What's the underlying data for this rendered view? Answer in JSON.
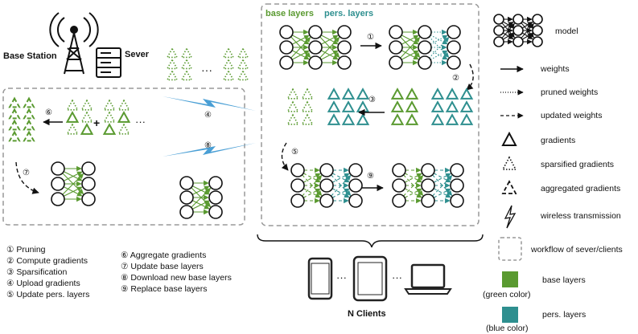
{
  "server": {
    "base_station_label": "Base Station",
    "server_label": "Sever"
  },
  "client_box": {
    "base_layers_label": "base layers",
    "pers_layers_label": "pers. layers"
  },
  "steps": {
    "s1": "①",
    "s2": "②",
    "s3": "③",
    "s4": "④",
    "s5": "⑤",
    "s6": "⑥",
    "s7": "⑦",
    "s8": "⑧",
    "s9": "⑨"
  },
  "step_list": [
    "① Pruning",
    "② Compute gradients",
    "③ Sparsification",
    "④ Upload gradients",
    "⑤ Update pers. layers",
    "⑥ Aggregate gradients",
    "⑦ Update base layers",
    "⑧ Download new base layers",
    "⑨ Replace base layers"
  ],
  "clients_label": "N Clients",
  "legend": {
    "model": "model",
    "weights": "weights",
    "pruned_weights": "pruned weights",
    "updated_weights": "updated weights",
    "gradients": "gradients",
    "sparsified_gradients": "sparsified gradients",
    "aggregated_gradients": "aggregated gradients",
    "wireless": "wireless transmission",
    "workflow": "workflow of sever/clients",
    "base_layers": "base layers",
    "base_color_note": "(green color)",
    "pers_layers": "pers. layers",
    "pers_color_note": "(blue color)"
  },
  "ellipsis": "···",
  "plus": "+",
  "colors": {
    "green": "#5a9a30",
    "teal": "#2e8f8f",
    "dashbox": "#999999",
    "link": "#4a9fd5"
  },
  "icons": [
    "antenna-tower-icon",
    "server-icon",
    "phone-icon",
    "tablet-icon",
    "laptop-icon",
    "lightning-icon"
  ]
}
